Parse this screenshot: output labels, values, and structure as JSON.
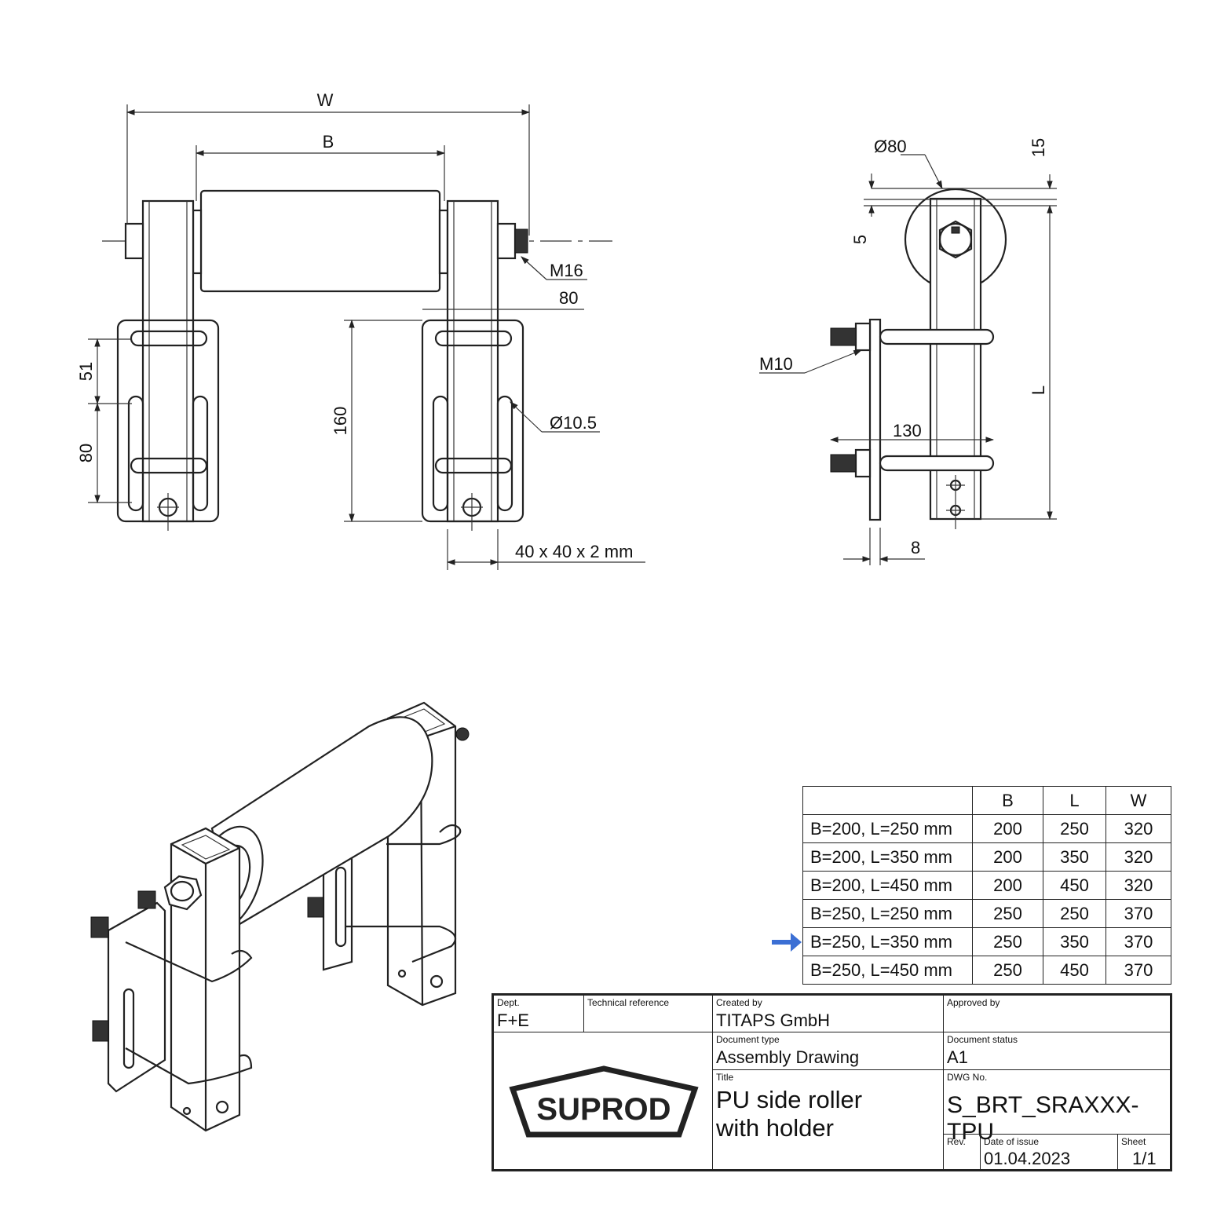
{
  "front_view": {
    "dim_W": "W",
    "dim_B": "B",
    "dim_M16": "M16",
    "dim_80": "80",
    "dim_51": "51",
    "dim_80_lower": "80",
    "dim_160": "160",
    "dim_hole": "Ø10.5",
    "dim_tube": "40 x 40 x 2 mm"
  },
  "side_view": {
    "dim_dia": "Ø80",
    "dim_15": "15",
    "dim_5": "5",
    "dim_M10": "M10",
    "dim_L": "L",
    "dim_130": "130",
    "dim_8": "8"
  },
  "variant_table": {
    "headers": [
      "B",
      "L",
      "W"
    ],
    "rows": [
      {
        "name": "B=200, L=250 mm",
        "B": "200",
        "L": "250",
        "W": "320"
      },
      {
        "name": "B=200, L=350 mm",
        "B": "200",
        "L": "350",
        "W": "320"
      },
      {
        "name": "B=200, L=450 mm",
        "B": "200",
        "L": "450",
        "W": "320"
      },
      {
        "name": "B=250, L=250 mm",
        "B": "250",
        "L": "250",
        "W": "370"
      },
      {
        "name": "B=250, L=350 mm",
        "B": "250",
        "L": "350",
        "W": "370"
      },
      {
        "name": "B=250, L=450 mm",
        "B": "250",
        "L": "450",
        "W": "370"
      }
    ],
    "selected_row_index": 4,
    "arrow_color": "#3b6fd4"
  },
  "title_block": {
    "dept_label": "Dept.",
    "dept_value": "F+E",
    "tech_ref_label": "Technical reference",
    "created_by_label": "Created by",
    "created_by_value": "TITAPS GmbH",
    "approved_by_label": "Approved by",
    "doc_type_label": "Document type",
    "doc_type_value": "Assembly Drawing",
    "doc_status_label": "Document status",
    "doc_status_value": "A1",
    "title_label": "Title",
    "title_line1": "PU side roller",
    "title_line2": "with holder",
    "dwg_label": "DWG No.",
    "dwg_value": "S_BRT_SRAXXX-TPU",
    "rev_label": "Rev.",
    "date_label": "Date of issue",
    "date_value": "01.04.2023",
    "sheet_label": "Sheet",
    "sheet_value": "1/1",
    "logo_text": "SUPROD"
  }
}
